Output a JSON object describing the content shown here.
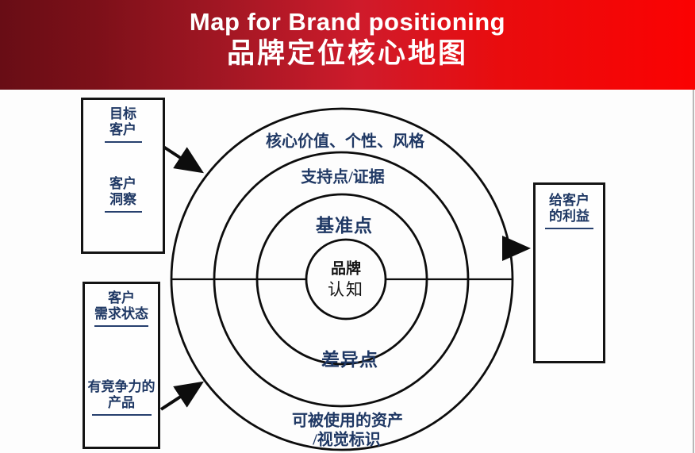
{
  "header": {
    "title_en": "Map for Brand positioning",
    "title_zh": "品牌定位核心地图"
  },
  "rings": {
    "outer_top": "核心价值、个性、风格",
    "support": "支持点/证据",
    "benchmark": "基准点",
    "brand_line1": "品牌",
    "brand_line2": "认知",
    "difference": "差异点",
    "assets_line1": "可被使用的资产",
    "assets_line2": "/视觉标识"
  },
  "boxes": {
    "top_left": {
      "label1_line1": "目标",
      "label1_line2": "客户",
      "label2_line1": "客户",
      "label2_line2": "洞察"
    },
    "bottom_left": {
      "label1_line1": "客户",
      "label1_line2": "需求状态",
      "label2_line1": "有竞争力的",
      "label2_line2": "产品"
    },
    "right": {
      "label1_line1": "给客户",
      "label1_line2": "的利益"
    }
  },
  "colors": {
    "banner_dark_red": "#680d15",
    "banner_bright_red": "#fb0202",
    "text_navy": "#1f3864",
    "ink_black": "#141414"
  }
}
